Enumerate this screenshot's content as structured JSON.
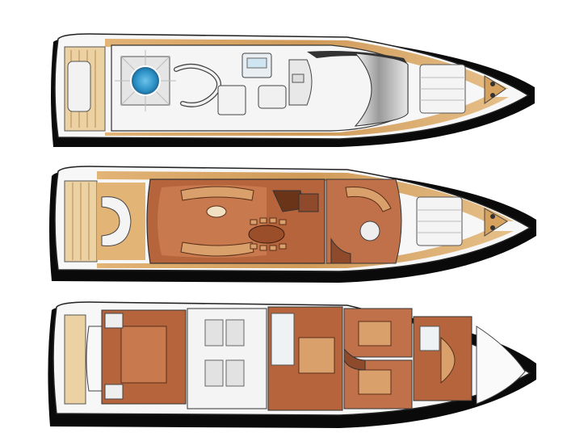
{
  "diagram": {
    "type": "yacht-general-arrangement",
    "views": [
      {
        "id": "sun-deck",
        "label": ""
      },
      {
        "id": "main-deck",
        "label": ""
      },
      {
        "id": "lower-deck",
        "label": ""
      }
    ],
    "colors": {
      "hull_shadow": "#0a0a0a",
      "hull_fill": "#f7f7f7",
      "hull_outline": "#222222",
      "teak": "#d9a866",
      "teak_light": "#ecd2a2",
      "carpet": "#b5643c",
      "carpet_dark": "#8e4a2a",
      "furniture": "#ededed",
      "pool": "#2a8fc4",
      "glass": "#c9ccd0",
      "grey": "#9a9a9a"
    }
  }
}
